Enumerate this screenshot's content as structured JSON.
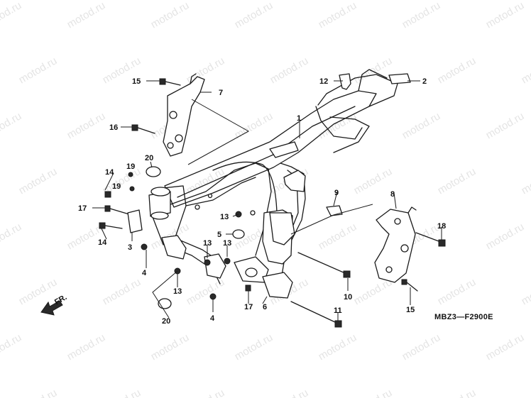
{
  "watermark": "motod.ru",
  "diagram_code": "MBZ3—F2900E",
  "direction_label": "FR.",
  "callouts": [
    {
      "id": "c1",
      "label": "1"
    },
    {
      "id": "c2",
      "label": "2"
    },
    {
      "id": "c3",
      "label": "3"
    },
    {
      "id": "c4a",
      "label": "4"
    },
    {
      "id": "c4b",
      "label": "4"
    },
    {
      "id": "c5",
      "label": "5"
    },
    {
      "id": "c6",
      "label": "6"
    },
    {
      "id": "c7",
      "label": "7"
    },
    {
      "id": "c8",
      "label": "8"
    },
    {
      "id": "c9",
      "label": "9"
    },
    {
      "id": "c10",
      "label": "10"
    },
    {
      "id": "c11",
      "label": "11"
    },
    {
      "id": "c12",
      "label": "12"
    },
    {
      "id": "c13a",
      "label": "13"
    },
    {
      "id": "c13b",
      "label": "13"
    },
    {
      "id": "c13c",
      "label": "13"
    },
    {
      "id": "c13d",
      "label": "13"
    },
    {
      "id": "c14a",
      "label": "14"
    },
    {
      "id": "c14b",
      "label": "14"
    },
    {
      "id": "c15a",
      "label": "15"
    },
    {
      "id": "c15b",
      "label": "15"
    },
    {
      "id": "c16",
      "label": "16"
    },
    {
      "id": "c17a",
      "label": "17"
    },
    {
      "id": "c17b",
      "label": "17"
    },
    {
      "id": "c18",
      "label": "18"
    },
    {
      "id": "c19a",
      "label": "19"
    },
    {
      "id": "c19b",
      "label": "19"
    },
    {
      "id": "c20a",
      "label": "20"
    },
    {
      "id": "c20b",
      "label": "20"
    }
  ]
}
